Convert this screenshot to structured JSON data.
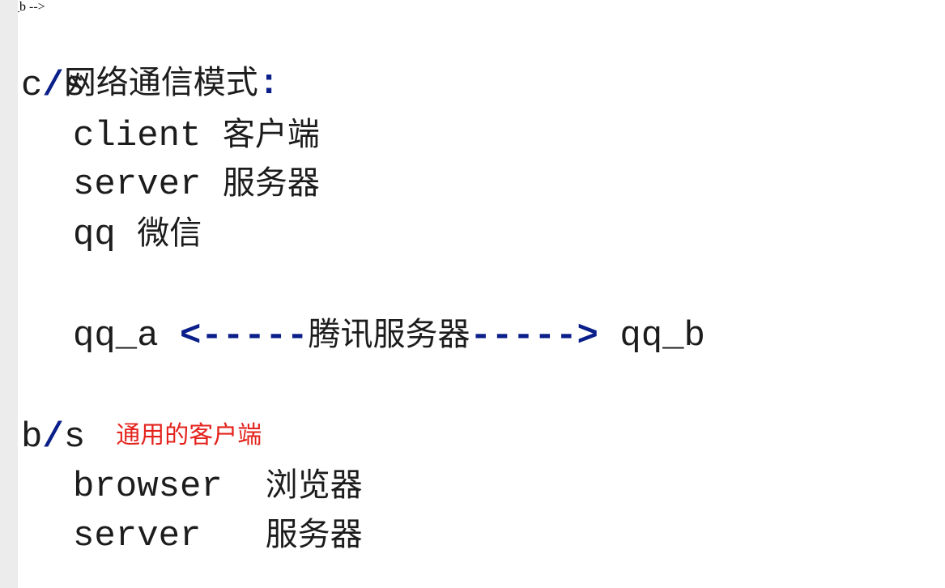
{
  "heading": {
    "text": "网络通信模式",
    "colon": ":"
  },
  "cs": {
    "prefix": "c",
    "slash": "/",
    "suffix": "s",
    "rows": [
      {
        "code": "client",
        "meaning": "客户端"
      },
      {
        "code": "server",
        "meaning": "服务器"
      },
      {
        "code": "qq",
        "meaning": "微信"
      }
    ],
    "diagram": {
      "left": "qq_a",
      "left_arrow": "<-----",
      "middle": "腾讯服务器",
      "right_arrow": "----->",
      "right": "qq_b"
    }
  },
  "bs": {
    "prefix": "b",
    "slash": "/",
    "suffix": "s",
    "note": "通用的客户端",
    "rows": [
      {
        "code": "browser",
        "meaning": "浏览器"
      },
      {
        "code": "server",
        "meaning": "服务器"
      }
    ]
  },
  "colors": {
    "text": "#1c1c1c",
    "slash": "#0b1f8a",
    "note": "#e4231d",
    "sidebar": "#ececec"
  }
}
